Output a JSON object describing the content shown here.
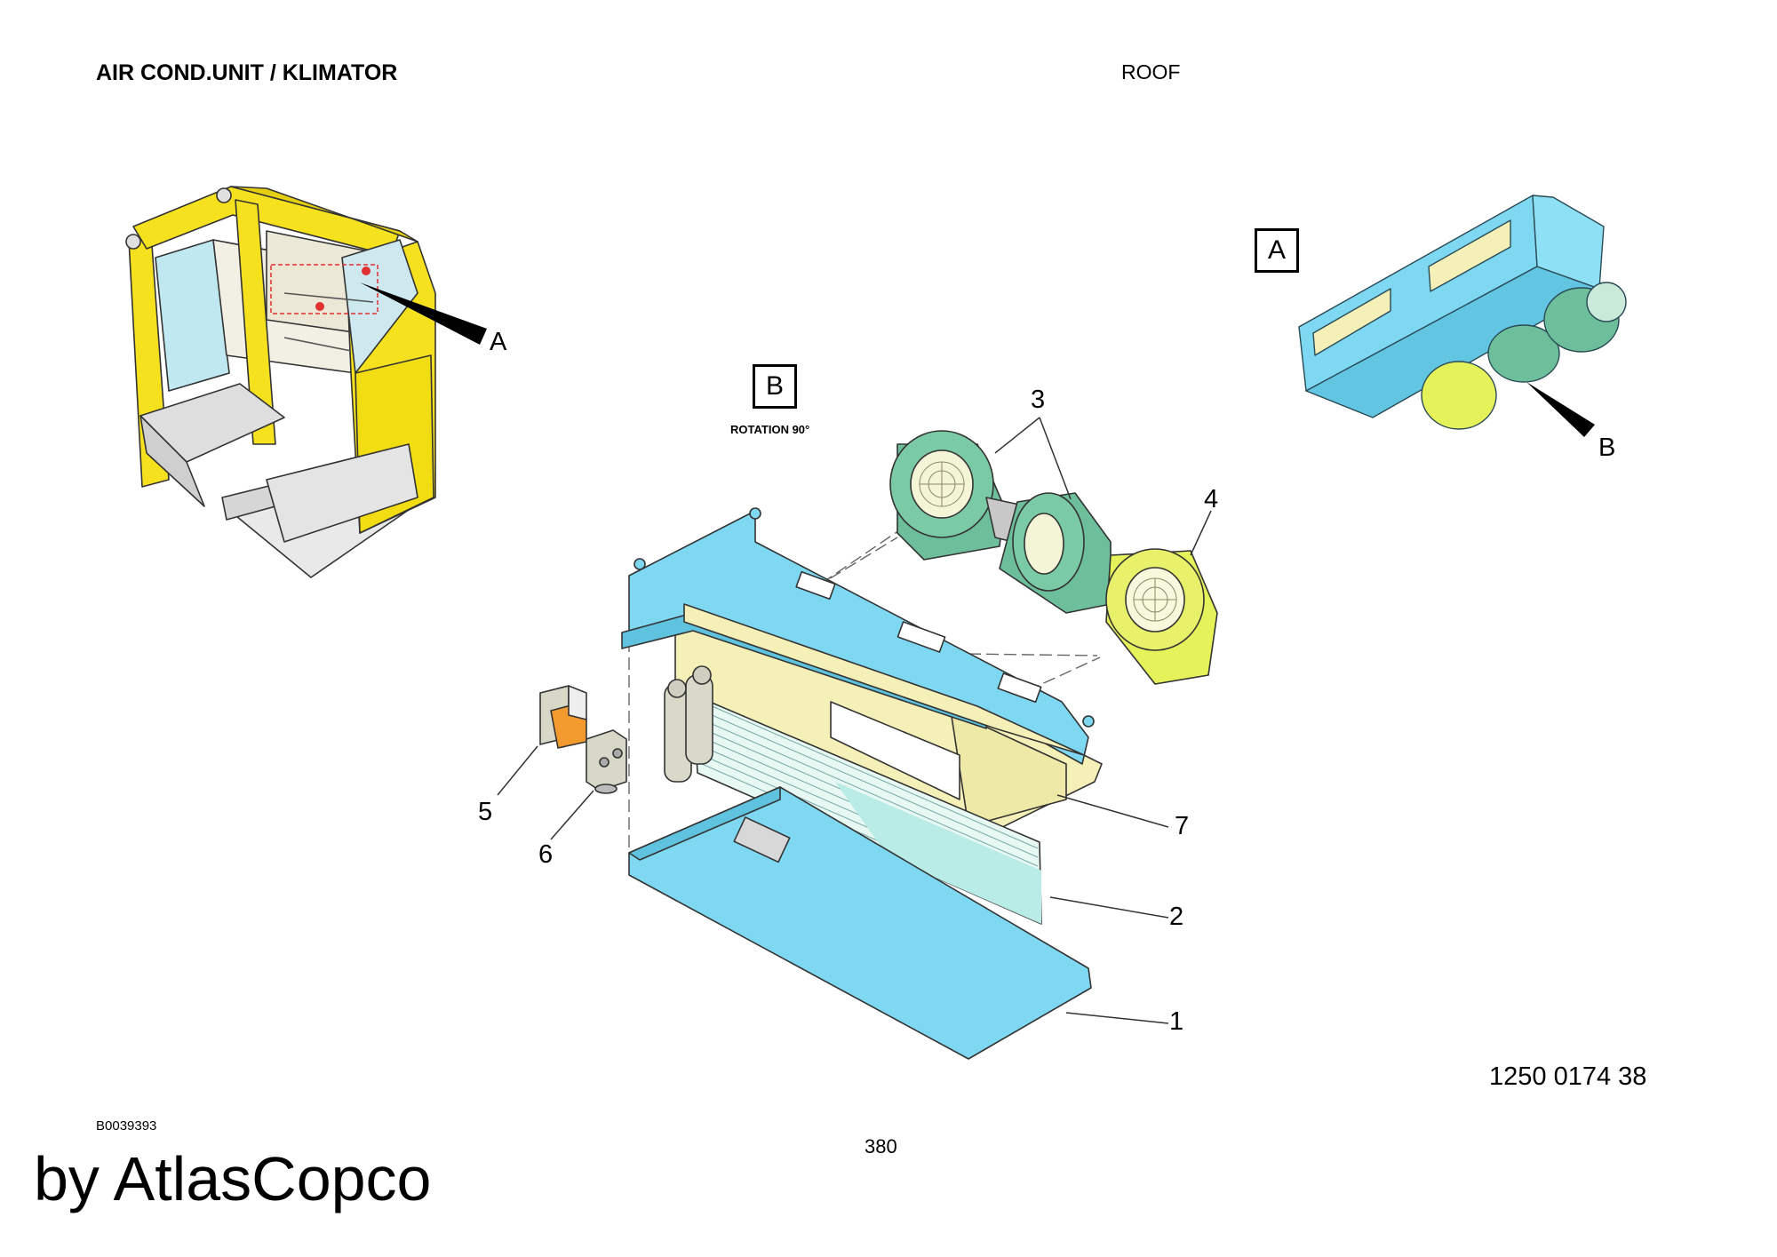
{
  "header": {
    "title": "AIR COND.UNIT / KLIMATOR",
    "section": "ROOF"
  },
  "views": {
    "a_box": "A",
    "a_pointer": "A",
    "b_box": "B",
    "b_pointer": "B",
    "b_note": "ROTATION 90°"
  },
  "callouts": {
    "c1": "1",
    "c2": "2",
    "c3": "3",
    "c4": "4",
    "c5": "5",
    "c6": "6",
    "c7": "7"
  },
  "footer": {
    "part_number": "1250 0174 38",
    "drawing_ref": "B0039393",
    "page": "380",
    "brand": "by AtlasCopco"
  },
  "colors": {
    "cab_yellow": "#F5E11E",
    "housing_blue": "#7FD8F2",
    "frame_cream": "#F5F0B8",
    "blower_green": "#6CBF9A",
    "blower_yellow": "#E6F25A",
    "relay_orange": "#F29A2E",
    "valve_gray": "#D8D8C8"
  }
}
